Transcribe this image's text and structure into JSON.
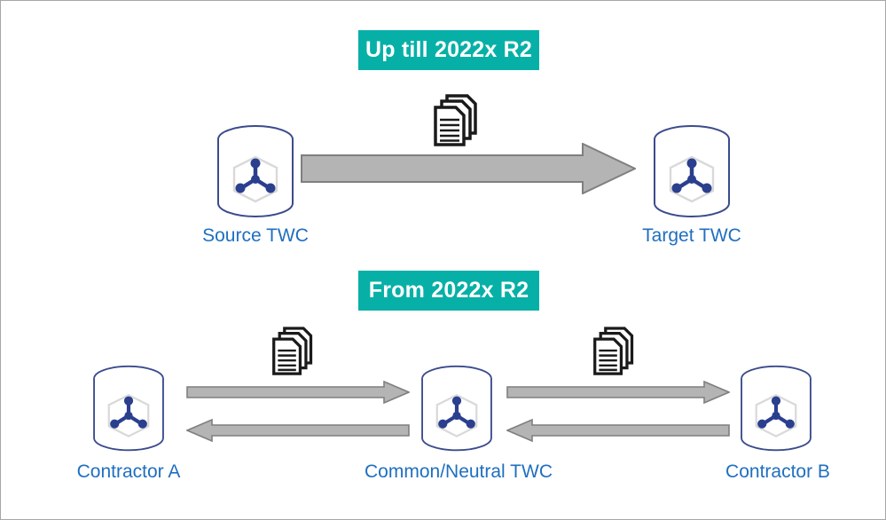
{
  "diagram": {
    "title_top": "Up till 2022x R2",
    "title_bottom": "From 2022x R2",
    "colors": {
      "banner_teal": "#07b0a7",
      "label_blue": "#1f6fc0",
      "arrow_fill": "#b4b4b4",
      "arrow_stroke": "#7f7f7f",
      "cylinder_stroke": "#3b4b8c",
      "molecule_navy": "#2b3f8f",
      "cube_gray": "#d9d9d9",
      "document_black": "#1a1a1a",
      "page_border": "#a6a6a6"
    },
    "sections": [
      {
        "id": "legacy-flow",
        "banner": "Up till 2022x R2",
        "nodes": [
          {
            "id": "source-twc",
            "label": "Source TWC"
          },
          {
            "id": "target-twc",
            "label": "Target TWC"
          }
        ],
        "flows": [
          {
            "from": "source-twc",
            "to": "target-twc",
            "direction": "right",
            "payload": "documents"
          }
        ]
      },
      {
        "id": "neutral-flow",
        "banner": "From 2022x R2",
        "nodes": [
          {
            "id": "contractor-a",
            "label": "Contractor A"
          },
          {
            "id": "common-neutral-twc",
            "label": "Common/Neutral TWC"
          },
          {
            "id": "contractor-b",
            "label": "Contractor B"
          }
        ],
        "flows": [
          {
            "from": "contractor-a",
            "to": "common-neutral-twc",
            "direction": "right",
            "payload": "documents"
          },
          {
            "from": "common-neutral-twc",
            "to": "contractor-a",
            "direction": "left",
            "payload": "documents"
          },
          {
            "from": "common-neutral-twc",
            "to": "contractor-b",
            "direction": "right",
            "payload": "documents"
          },
          {
            "from": "contractor-b",
            "to": "common-neutral-twc",
            "direction": "left",
            "payload": "documents"
          }
        ]
      }
    ],
    "icons": {
      "database": "database-cylinder-icon",
      "documents": "document-stack-icon",
      "arrow_right": "arrow-right-icon",
      "arrow_left": "arrow-left-icon"
    }
  }
}
